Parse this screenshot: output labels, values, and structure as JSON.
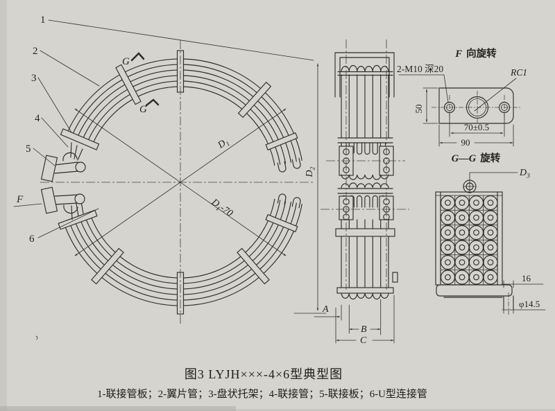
{
  "colors": {
    "paper": "#d6d4cf",
    "ink": "#2e2d29"
  },
  "caption": {
    "line1": "图3 LYJH×××-4×6型典型图",
    "line2": "1-联接管板；2-翼片管；3-盘状托架；4-联接管；5-联接板；6-U型连接管"
  },
  "parts": {
    "p1": "1",
    "p2": "2",
    "p3": "3",
    "p4": "4",
    "p5": "5",
    "p6": "6"
  },
  "main_view": {
    "f_label": "F",
    "g_label_top": "G",
    "g_label_bottom": "G",
    "d1": {
      "m": "D",
      "s": "1"
    },
    "d1m70": {
      "m": "D",
      "s": "1",
      "r": "-70"
    },
    "d2": {
      "m": "D",
      "s": "2"
    }
  },
  "front_view": {
    "dim_a": "A",
    "dim_b": "B",
    "dim_c": "C"
  },
  "f_detail": {
    "title_f": "F",
    "title_rest": "向旋转",
    "note_thread": "2-M10 深20",
    "note_rc": "RC1",
    "dim_50": "50",
    "dim_70": "70±0.5",
    "dim_90": "90"
  },
  "gg_detail": {
    "title_g": "G—G",
    "title_rest": "旋转",
    "d3": {
      "m": "D",
      "s": "3"
    },
    "dim_16": "16",
    "dim_phi": "φ14.5",
    "grid_cols": 4,
    "grid_rows": 6
  }
}
